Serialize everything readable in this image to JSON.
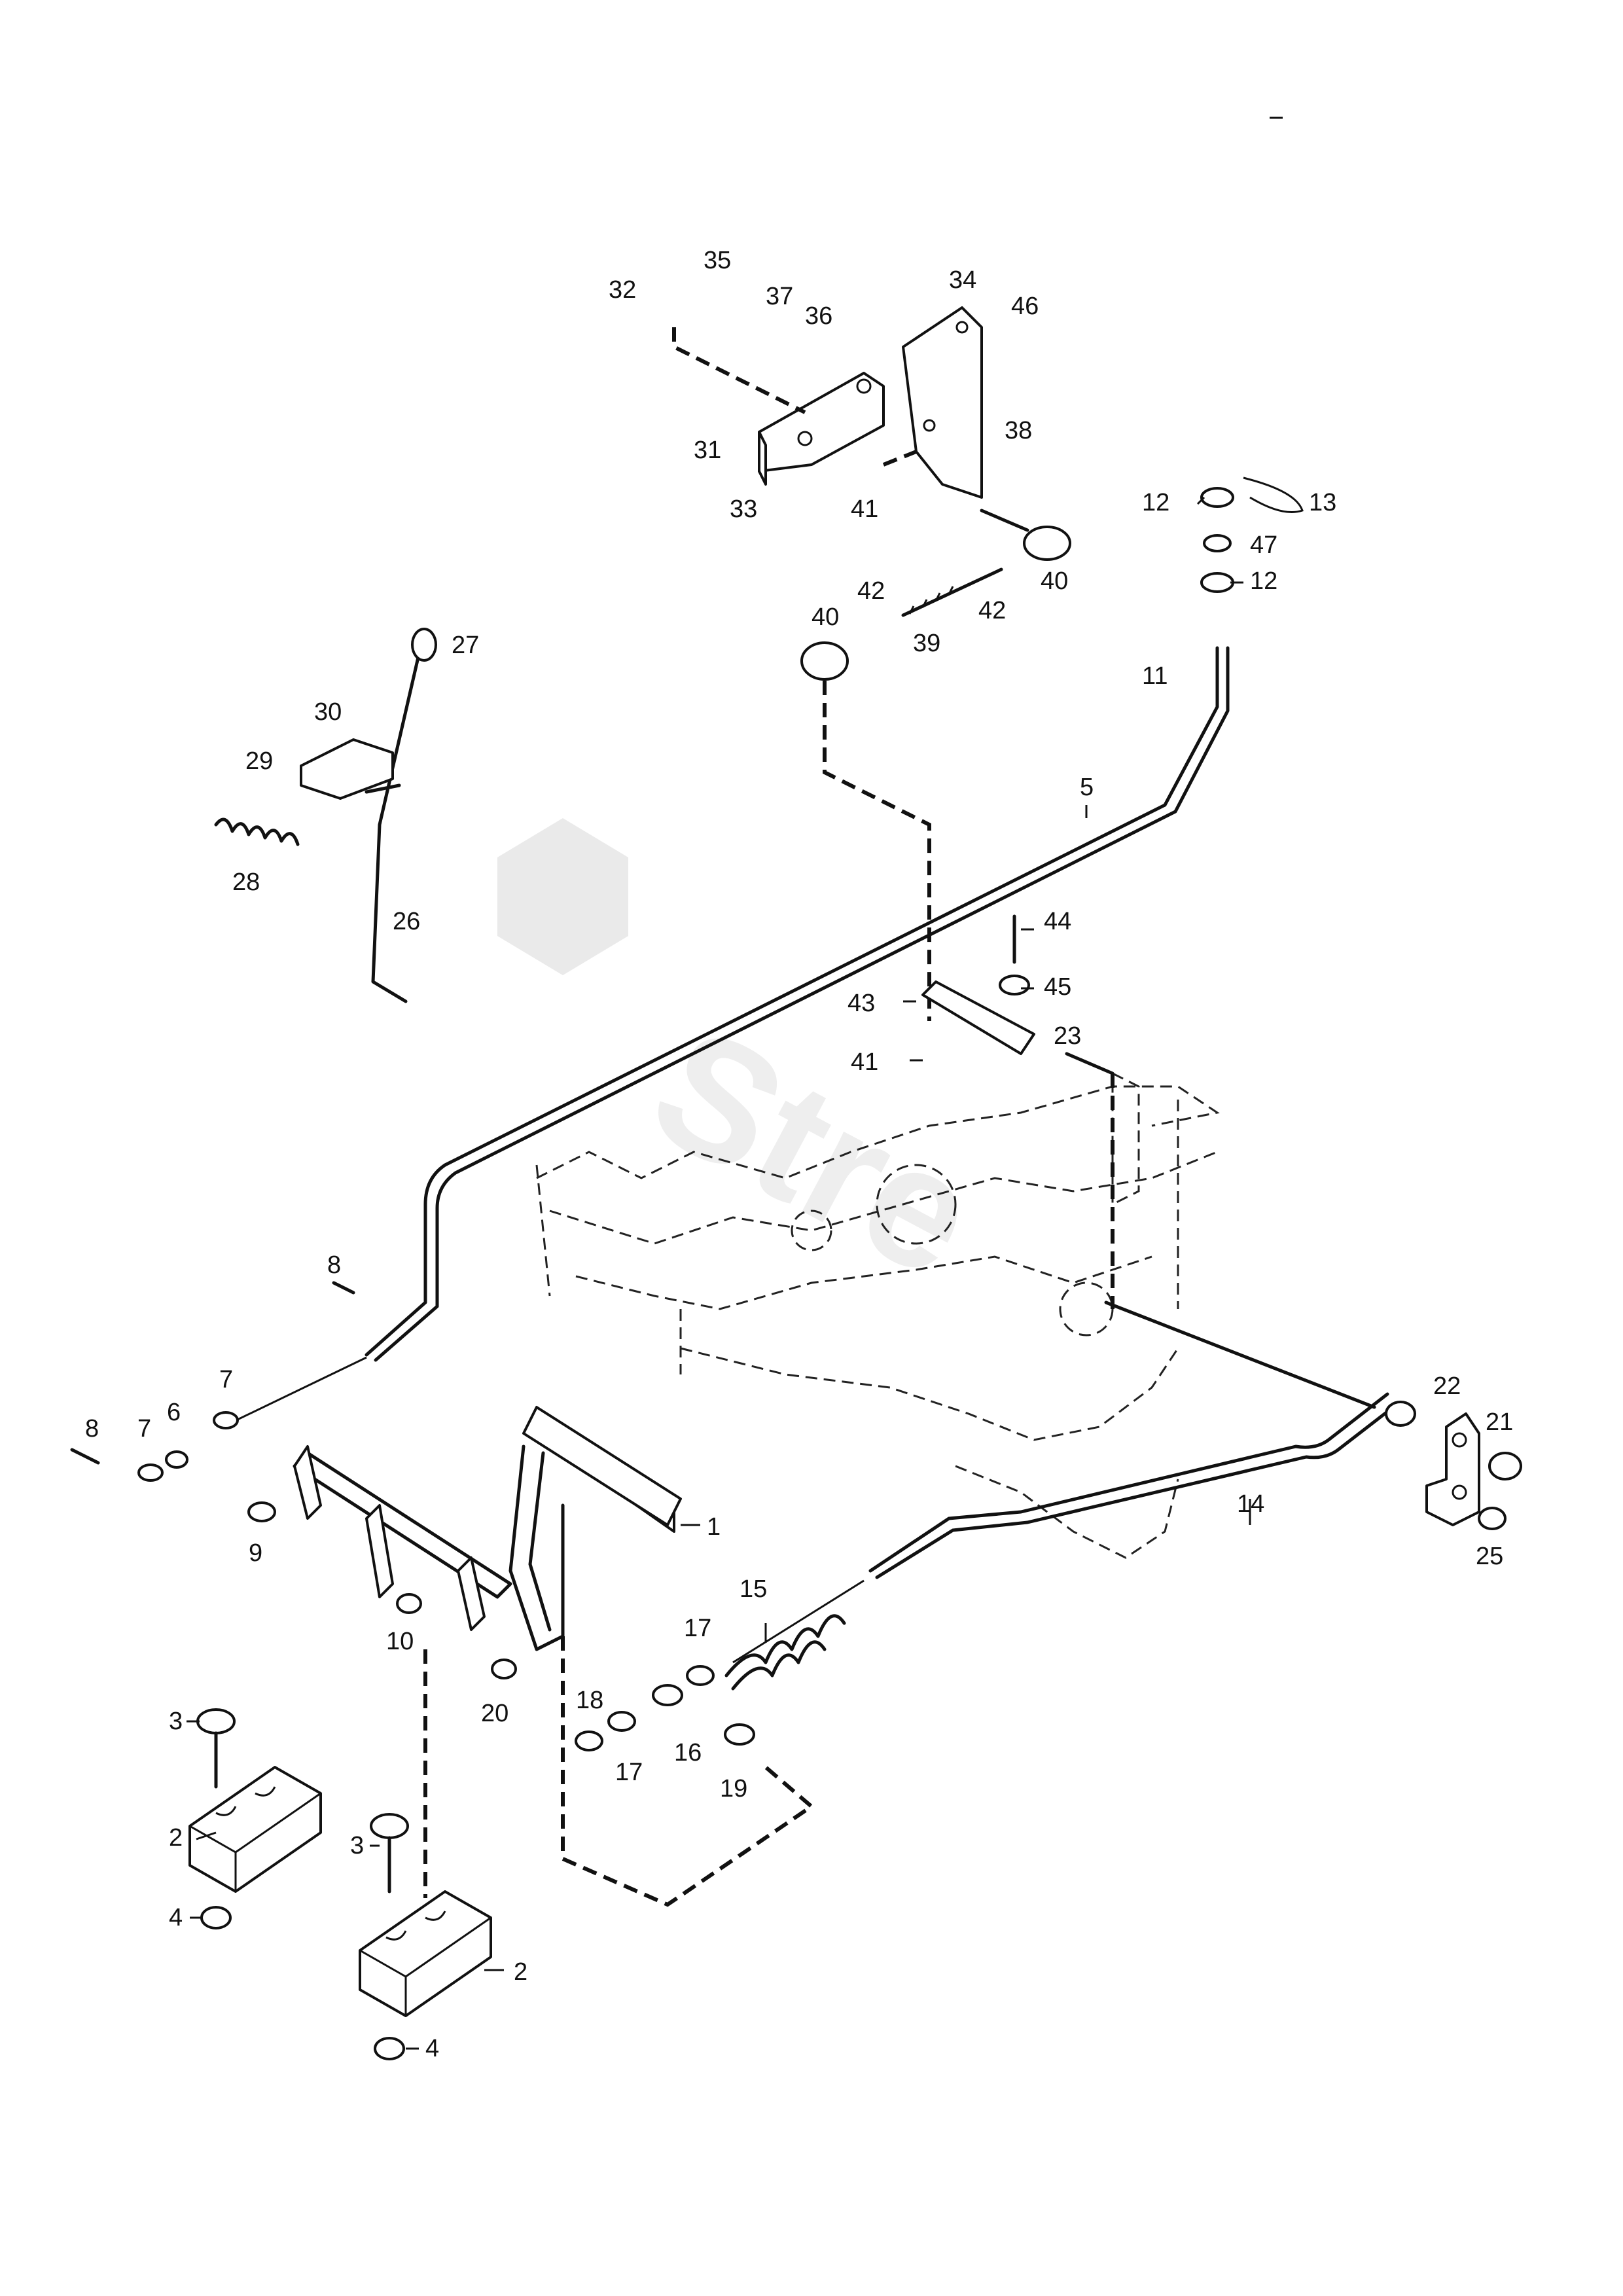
{
  "diagram": {
    "type": "exploded-parts-diagram",
    "watermark": "Stre",
    "labels": {
      "p1": "1",
      "p2a": "2",
      "p2b": "2",
      "p3a": "3",
      "p3b": "3",
      "p4a": "4",
      "p4b": "4",
      "p5": "5",
      "p6": "6",
      "p7a": "7",
      "p7b": "7",
      "p8a": "8",
      "p8b": "8",
      "p9": "9",
      "p10": "10",
      "p11": "11",
      "p12a": "12",
      "p12b": "12",
      "p13": "13",
      "p14": "14",
      "p15": "15",
      "p16": "16",
      "p17a": "17",
      "p17b": "17",
      "p18": "18",
      "p19": "19",
      "p20": "20",
      "p21": "21",
      "p22": "22",
      "p23": "23",
      "p25": "25",
      "p26": "26",
      "p27": "27",
      "p28": "28",
      "p29": "29",
      "p30": "30",
      "p31": "31",
      "p32": "32",
      "p33": "33",
      "p34": "34",
      "p35": "35",
      "p36": "36",
      "p37": "37",
      "p38": "38",
      "p39": "39",
      "p40a": "40",
      "p40b": "40",
      "p41a": "41",
      "p41b": "41",
      "p42a": "42",
      "p42b": "42",
      "p43": "43",
      "p44": "44",
      "p45": "45",
      "p46": "46",
      "p47": "47"
    }
  }
}
